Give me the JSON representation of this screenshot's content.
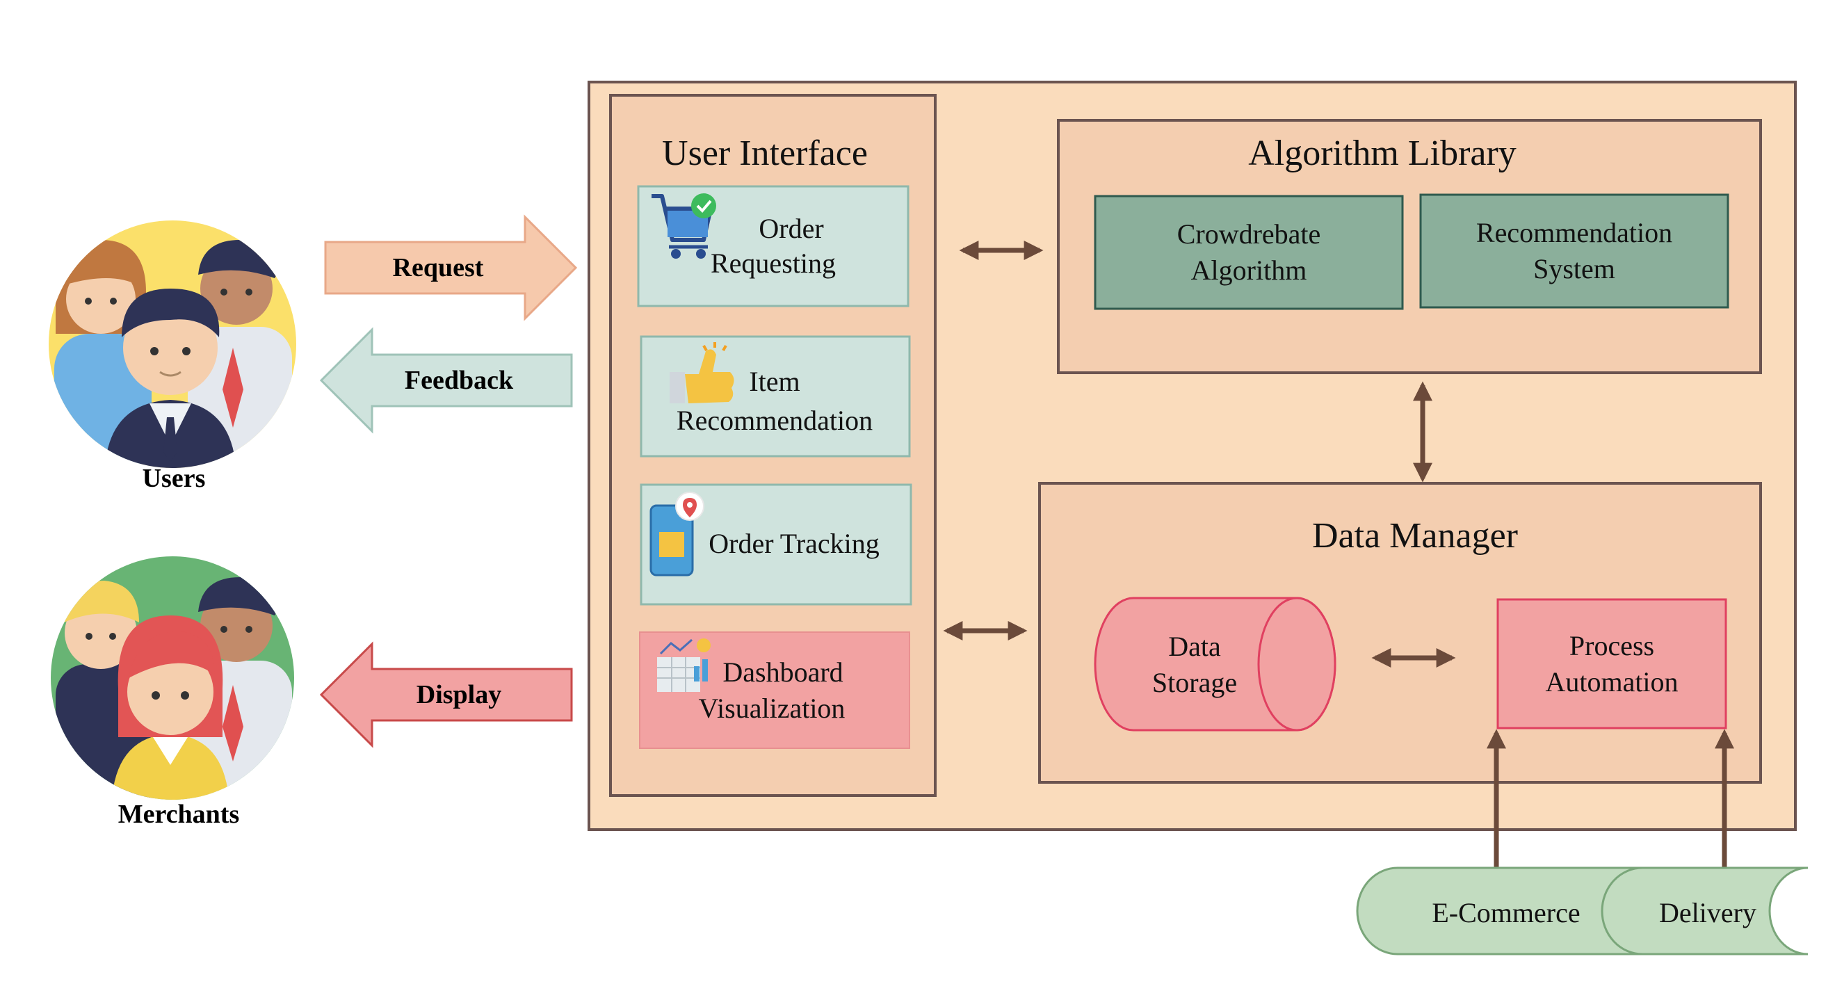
{
  "actors": {
    "users": {
      "label": "Users"
    },
    "merchants": {
      "label": "Merchants"
    }
  },
  "arrows": {
    "request": "Request",
    "feedback": "Feedback",
    "display": "Display"
  },
  "user_interface": {
    "title": "User Interface",
    "modules": [
      {
        "line1": "Order",
        "line2": "Requesting",
        "icon": "shopping-cart-icon"
      },
      {
        "line1": "Item",
        "line2": "Recommendation",
        "icon": "thumbs-up-icon"
      },
      {
        "line1": "Order Tracking",
        "line2": "",
        "icon": "phone-location-icon"
      },
      {
        "line1": "Dashboard",
        "line2": "Visualization",
        "icon": "dashboard-chart-icon"
      }
    ]
  },
  "algorithm_library": {
    "title": "Algorithm Library",
    "items": [
      {
        "line1": "Crowdrebate",
        "line2": "Algorithm"
      },
      {
        "line1": "Recommendation",
        "line2": "System"
      }
    ]
  },
  "data_manager": {
    "title": "Data Manager",
    "storage": {
      "line1": "Data",
      "line2": "Storage"
    },
    "automation": {
      "line1": "Process",
      "line2": "Automation"
    }
  },
  "sources": {
    "ecommerce": "E-Commerce",
    "delivery": "Delivery"
  },
  "colors": {
    "outer_fill": "#fadcbc",
    "inner_fill": "#f4ceb0",
    "border": "#6b5450",
    "module_teal": "#cfe3dd",
    "module_pink": "#f2a2a2",
    "algo_green": "#8baf9b",
    "source_green": "#c2dcc0",
    "arrow_brown": "#6b4a3a",
    "request_arrow": "#f6c9ac",
    "feedback_arrow": "#cfe3dd",
    "display_arrow": "#f2a2a2"
  }
}
